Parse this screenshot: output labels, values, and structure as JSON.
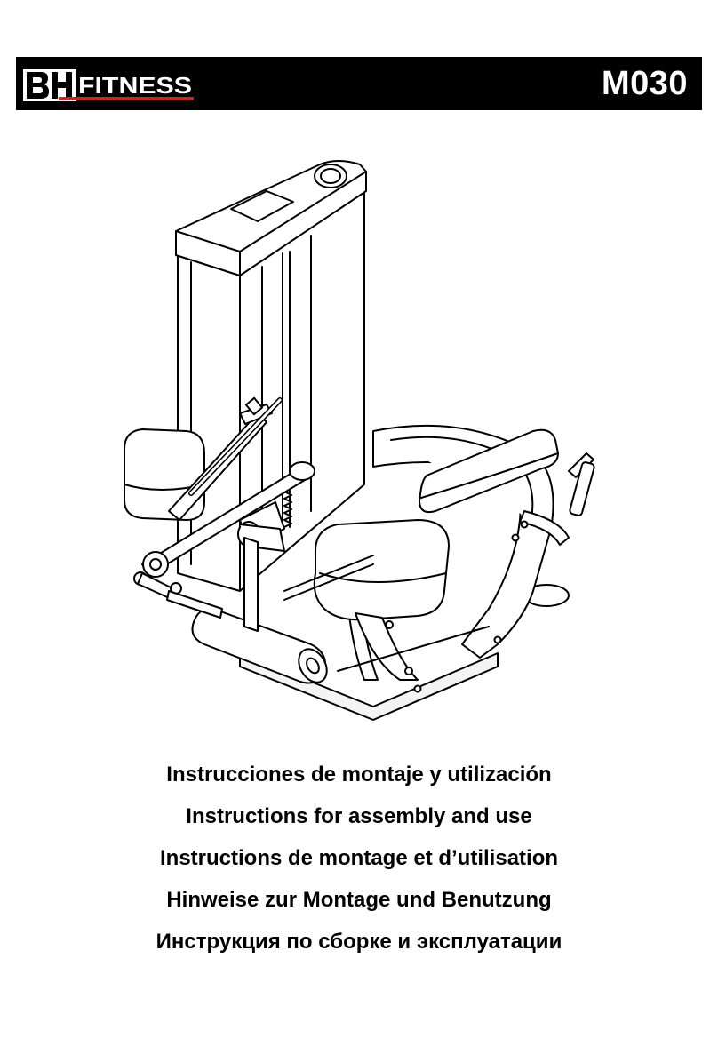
{
  "header": {
    "brand": "BH FITNESS",
    "model": "M030"
  },
  "colors": {
    "header_background": "#000000",
    "logo_underline": "#c0282d",
    "text": "#000000"
  },
  "illustration": {
    "name": "leg-curl-machine-drawing"
  },
  "titles": [
    "Instrucciones de montaje y utilización",
    "Instructions for assembly and use",
    "Instructions de montage et d’utilisation",
    "Hinweise zur Montage und Benutzung",
    "Инструкция по сборке и эксплуатации"
  ]
}
